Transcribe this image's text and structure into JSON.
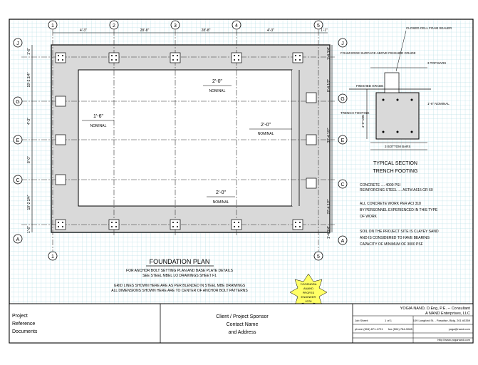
{
  "sheet": {
    "plan_title": "FOUNDATION PLAN",
    "plan_notes": [
      "FOR ANCHOR BOLT SETTING PLAN AND BASE PLATE DETAILS",
      "SEE STEEL MBEL LO DRAWINGS SHEET F1",
      "GRID LINES SHOWN HERE ARE AS PER BLENDED IN STEEL MBE DRAWINGS",
      "ALL DIMENSIONS SHOWN HERE ARE TO CENTER OF ANCHOR BOLT PATTERNS"
    ],
    "grid_cols": [
      "1",
      "2",
      "3",
      "4",
      "5"
    ],
    "grid_rows": [
      "J",
      "G",
      "E",
      "C",
      "A"
    ],
    "right_rows": [
      "J",
      "G",
      "E",
      "C",
      "A"
    ],
    "top_dims": [
      "4'-3\"",
      "28'-8\"",
      "28'-8\"",
      "4'-3\"",
      "1'-1\""
    ],
    "left_dims": [
      "1'-6\"",
      "19'-2 3/4\"",
      "4'-3\"",
      "8'-0\"",
      "19'-2 3/4\"",
      "1'-6\""
    ],
    "right_dims": [
      "1'-4 3/4\"",
      "8'-4 1/2\"",
      "32'-4 1/2\"",
      "22'-4 1/2\"",
      "1'-4 3/4\""
    ],
    "nominal_labels": [
      {
        "dim": "2'-0\"",
        "text": "NOMINAL"
      },
      {
        "dim": "1'-6\"",
        "text": "NOMINAL"
      },
      {
        "dim": "2'-0\"",
        "text": "NOMINAL"
      },
      {
        "dim": "2'-0\"",
        "text": "NOMINAL"
      }
    ],
    "section_title": "TYPICAL SECTION",
    "section_subtitle": "TRENCH FOOTING",
    "section_callouts": [
      "CLOSED CELL FOAM SEALER",
      "FOAM EDGE SURFACE ABOVE FINISHED GRADE",
      "FINISHED GRADE",
      "TRENCH FOOTING",
      "1'-6\" NOMINAL",
      "4'-0\" MIN",
      "3 TOP BARS",
      "3 BOTTOM BARS"
    ],
    "spec_lines": [
      "CONCRETE .... 4000 PSI",
      "REINFORCING STEEL .... ASTM A615 GR 60",
      "ALL CONCRETE WORK PER ACI 318",
      "BY PERSONNEL EXPERIENCED IN THIS TYPE",
      "OF WORK",
      "SOIL ON THE PROJECT SITE IS CLAYEY SAND",
      "AND IS CONSIDERED TO HAVE BEARING",
      "CAPACITY OF MINIMUM OF 3000 PSF"
    ],
    "seal_lines": [
      "YOGENDRA",
      "ANAND",
      "PROFES",
      "ENGINEER",
      "0378"
    ]
  },
  "title_block": {
    "left_lines": [
      "Project",
      "Reference",
      "Documents"
    ],
    "client_lines": [
      "Client / Project Sponsor",
      "Contact Name",
      "and Address"
    ],
    "firm_name": "YOGIA NAND, D.Eng, P.E. -- Consultant",
    "firm_company": "A NAND Enterprises, LLC",
    "firm_address": "109 Longford St. - Paradise, Bldg. 201 #3359",
    "firm_phone": "phone (504) 871-1721",
    "firm_fax": "fax (504) 784-9085",
    "firm_web": "yoga@nand.com",
    "firm_sheet_label": "Job Sheet:",
    "firm_date": "1 of 1",
    "firm_footer": "http://www.yoganand.com"
  }
}
